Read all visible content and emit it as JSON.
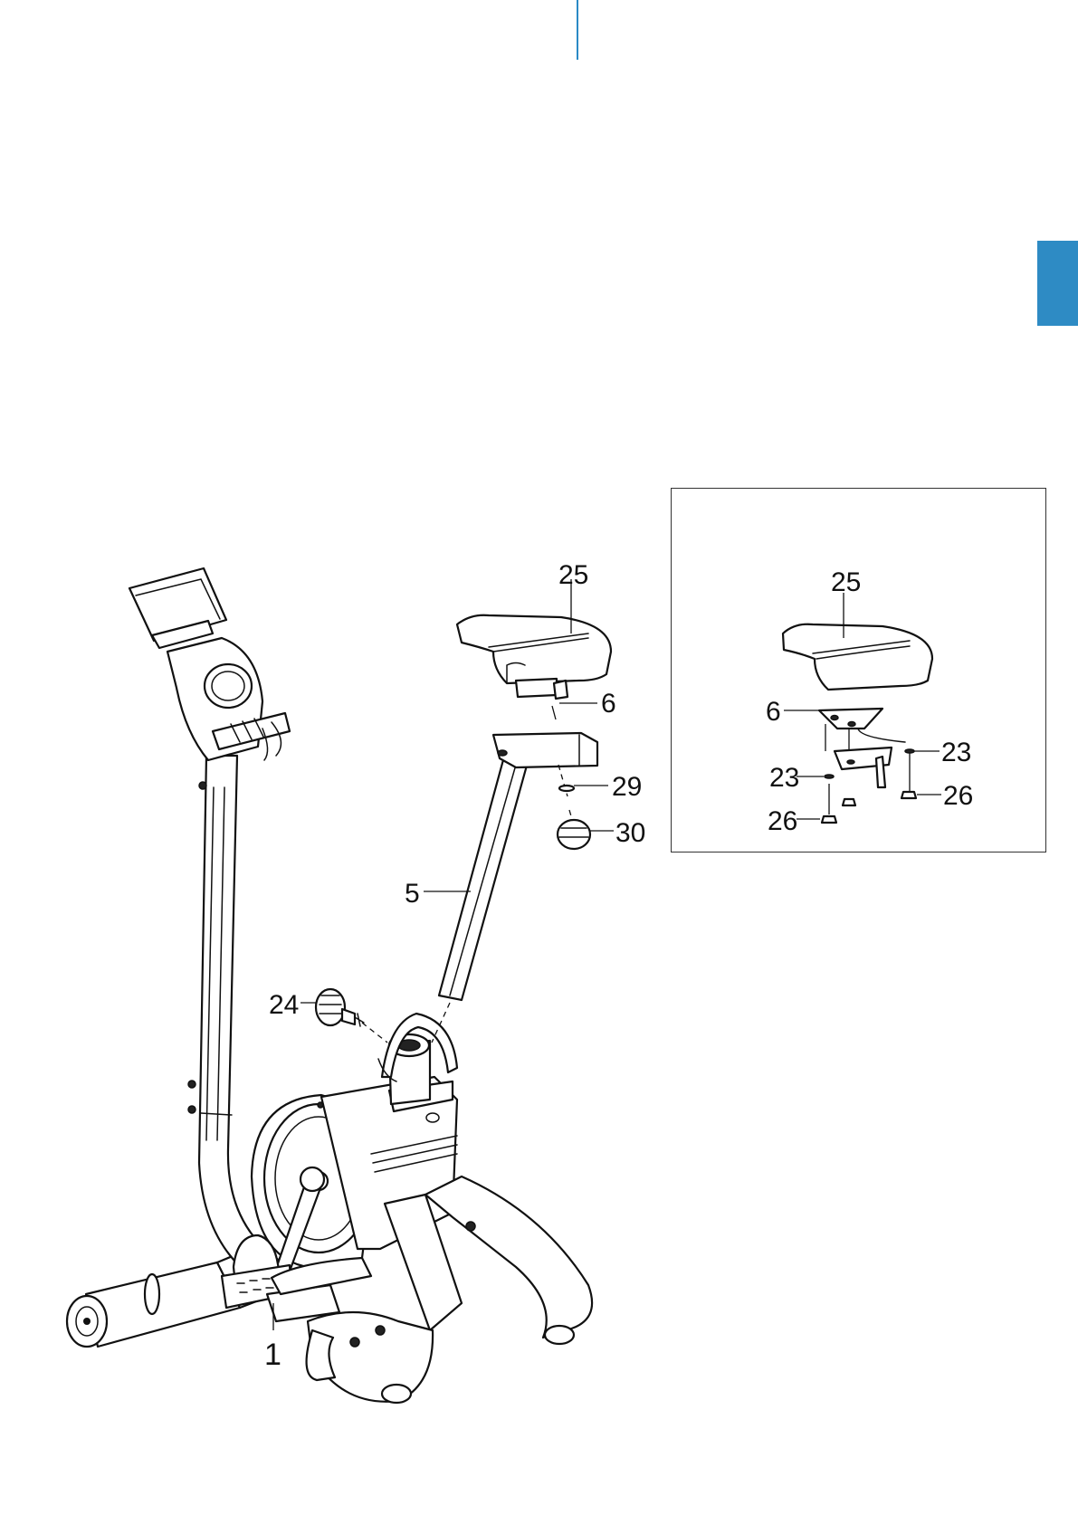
{
  "colors": {
    "accent": "#2e8bc4",
    "line": "#111111"
  },
  "main_callouts": [
    {
      "id": "c25",
      "text": "25"
    },
    {
      "id": "c6",
      "text": "6"
    },
    {
      "id": "c29",
      "text": "29"
    },
    {
      "id": "c30",
      "text": "30"
    },
    {
      "id": "c5",
      "text": "5"
    },
    {
      "id": "c24",
      "text": "24"
    },
    {
      "id": "c1",
      "text": "1"
    }
  ],
  "inset_callouts": [
    {
      "id": "i25",
      "text": "25"
    },
    {
      "id": "i6",
      "text": "6"
    },
    {
      "id": "i23a",
      "text": "23"
    },
    {
      "id": "i23b",
      "text": "23"
    },
    {
      "id": "i26a",
      "text": "26"
    },
    {
      "id": "i26b",
      "text": "26"
    }
  ]
}
